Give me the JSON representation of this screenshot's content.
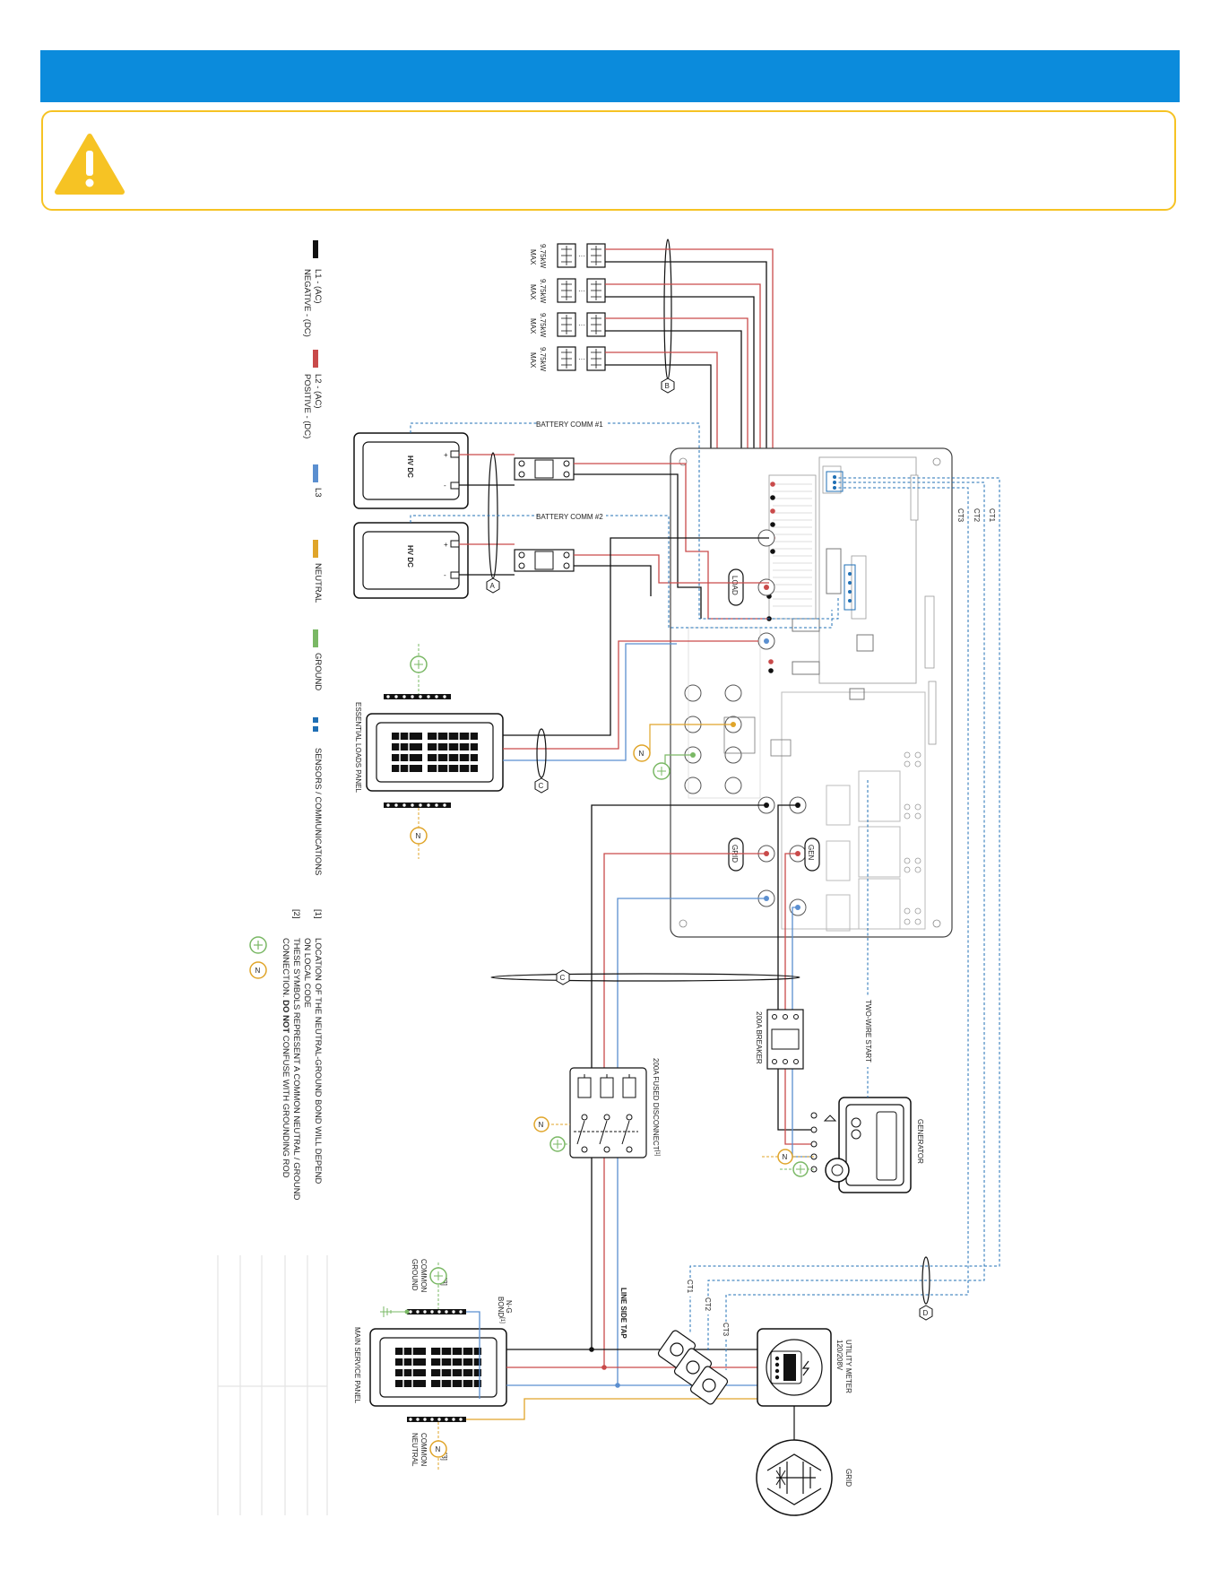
{
  "legend": {
    "l1": "L1 - (AC)",
    "l1_sub": "NEGATIVE - (DC)",
    "l2": "L2 - (AC)",
    "l2_sub": "POSITIVE - (DC)",
    "l3": "L3",
    "neutral": "NEUTRAL",
    "ground": "GROUND",
    "sensors": "SENSORS / COMMUNICATIONS",
    "colors": {
      "l1": "#111111",
      "l2": "#c94a4a",
      "l3": "#5b8fd0",
      "neutral": "#e0a52a",
      "ground": "#7ab865",
      "sensors": "#1f6fb5"
    }
  },
  "notes": {
    "n1_num": "[1]",
    "n1_line1": "LOCATION OF THE NEUTRAL-GROUND BOND WILL DEPEND",
    "n1_line2": "ON LOCAL CODE",
    "n2_num": "[2]",
    "n2_line1": "THESE SYMBOLS REPRESENT A COMMON NEUTRAL / GROUND",
    "n2_line2_a": "CONNECTION.",
    "n2_line2_b": "DO NOT",
    "n2_line2_c": "CONFUSE WITH GROUNDING ROD"
  },
  "pv_arrays": [
    {
      "label": "9.75kW",
      "sub": "MAX"
    },
    {
      "label": "9.75kW",
      "sub": "MAX"
    },
    {
      "label": "9.75kW",
      "sub": "MAX"
    },
    {
      "label": "9.75kW",
      "sub": "MAX"
    }
  ],
  "labels": {
    "battery_comm_1": "BATTERY COMM #1",
    "battery_comm_2": "BATTERY COMM #2",
    "battery_1": "HV DC",
    "battery_2": "HV DC",
    "essential_loads": "ESSENTIAL LOADS PANEL",
    "main_service": "MAIN SERVICE PANEL",
    "load_tag": "LOAD",
    "grid_tag": "GRID",
    "gen_tag": "GEN",
    "breaker_200a": "200A BREAKER",
    "fused_disconnect": "200A FUSED DISCONNECT",
    "fused_sup": "[1]",
    "two_wire": "TWO-WIRE START",
    "generator": "GENERATOR",
    "line_side_tap": "LINE SIDE TAP",
    "ng_bond": "N-G",
    "ng_bond2": "BOND",
    "ng_sup": "[1]",
    "common_ground": "COMMON",
    "common_ground2": "GROUND",
    "common_neutral": "COMMON",
    "common_neutral2": "NEUTRAL",
    "sup2": "[3]",
    "utility_meter": "UTILITY METER",
    "utility_meter2": "120/208V",
    "grid": "GRID",
    "ct1": "CT1",
    "ct2": "CT2",
    "ct3": "CT3",
    "marker_a": "A",
    "marker_b": "B",
    "marker_c": "C",
    "marker_d": "D",
    "n_symbol": "N",
    "plus": "+",
    "minus": "-"
  }
}
